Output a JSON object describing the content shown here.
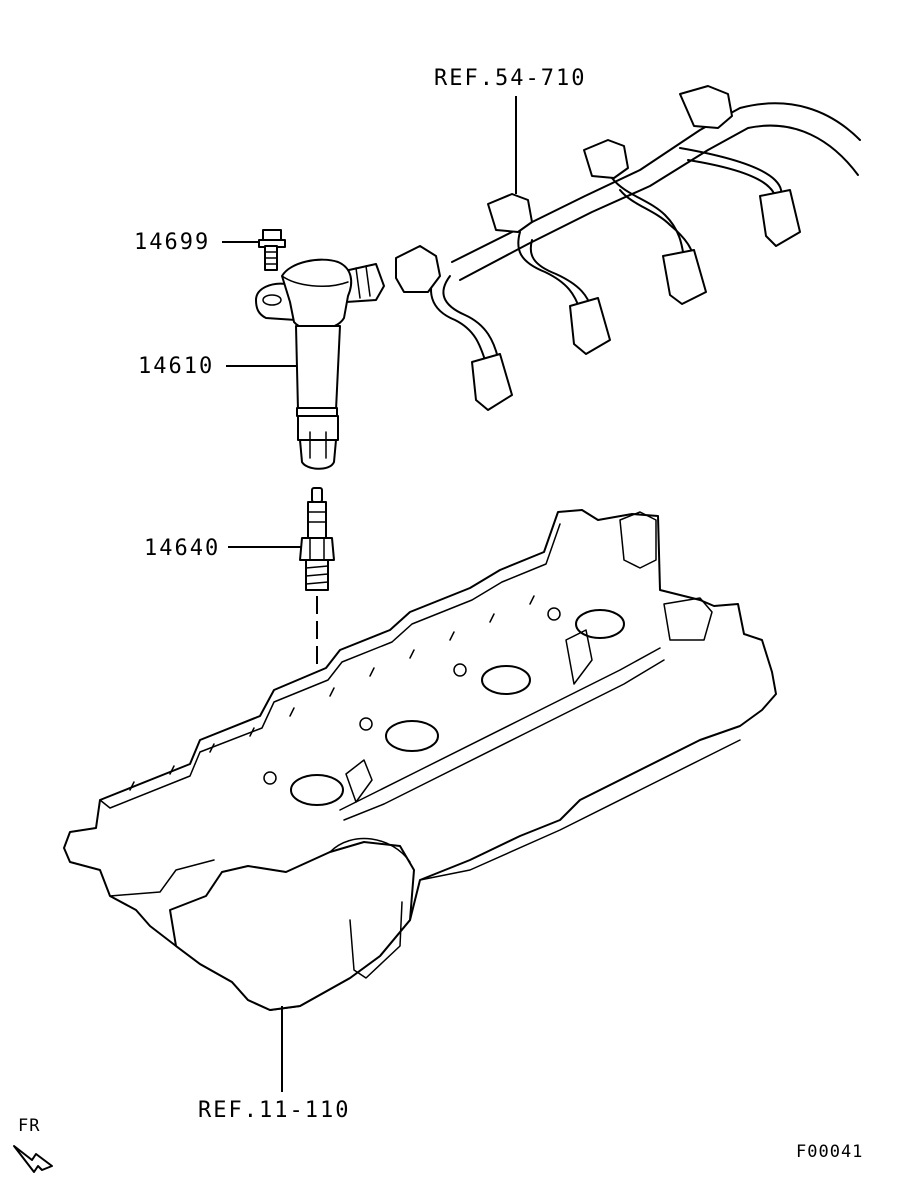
{
  "labels": {
    "ref_harness": "REF.54-710",
    "bolt": "14699",
    "ignition_coil": "14610",
    "spark_plug": "14640",
    "ref_cover": "REF.11-110",
    "front": "FR",
    "figure_code": "F00041"
  }
}
